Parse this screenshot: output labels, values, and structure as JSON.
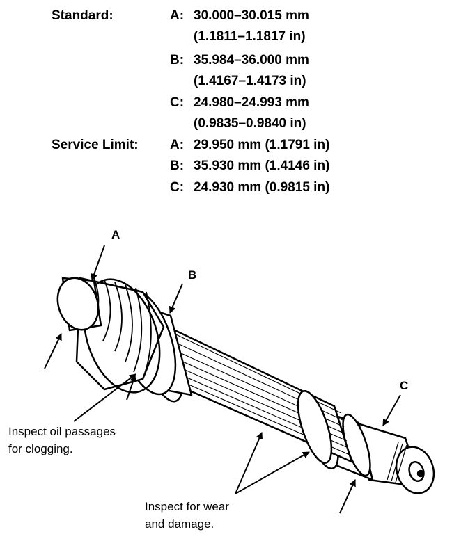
{
  "specs": {
    "standard_label": "Standard:",
    "service_label": "Service Limit:",
    "standard": [
      {
        "part": "A:",
        "metric": "30.000–30.015 mm",
        "imperial": "(1.1811–1.1817 in)"
      },
      {
        "part": "B:",
        "metric": "35.984–36.000 mm",
        "imperial": "(1.4167–1.4173 in)"
      },
      {
        "part": "C:",
        "metric": "24.980–24.993 mm",
        "imperial": "(0.9835–0.9840 in)"
      }
    ],
    "service_limit": [
      {
        "part": "A:",
        "value": "29.950 mm (1.1791 in)"
      },
      {
        "part": "B:",
        "value": "35.930 mm (1.4146 in)"
      },
      {
        "part": "C:",
        "value": "24.930 mm (0.9815 in)"
      }
    ]
  },
  "diagram": {
    "label_a": "A",
    "label_b": "B",
    "label_c": "C",
    "note_oil_line1": "Inspect oil passages",
    "note_oil_line2": "for clogging.",
    "note_wear_line1": "Inspect for wear",
    "note_wear_line2": "and damage."
  }
}
